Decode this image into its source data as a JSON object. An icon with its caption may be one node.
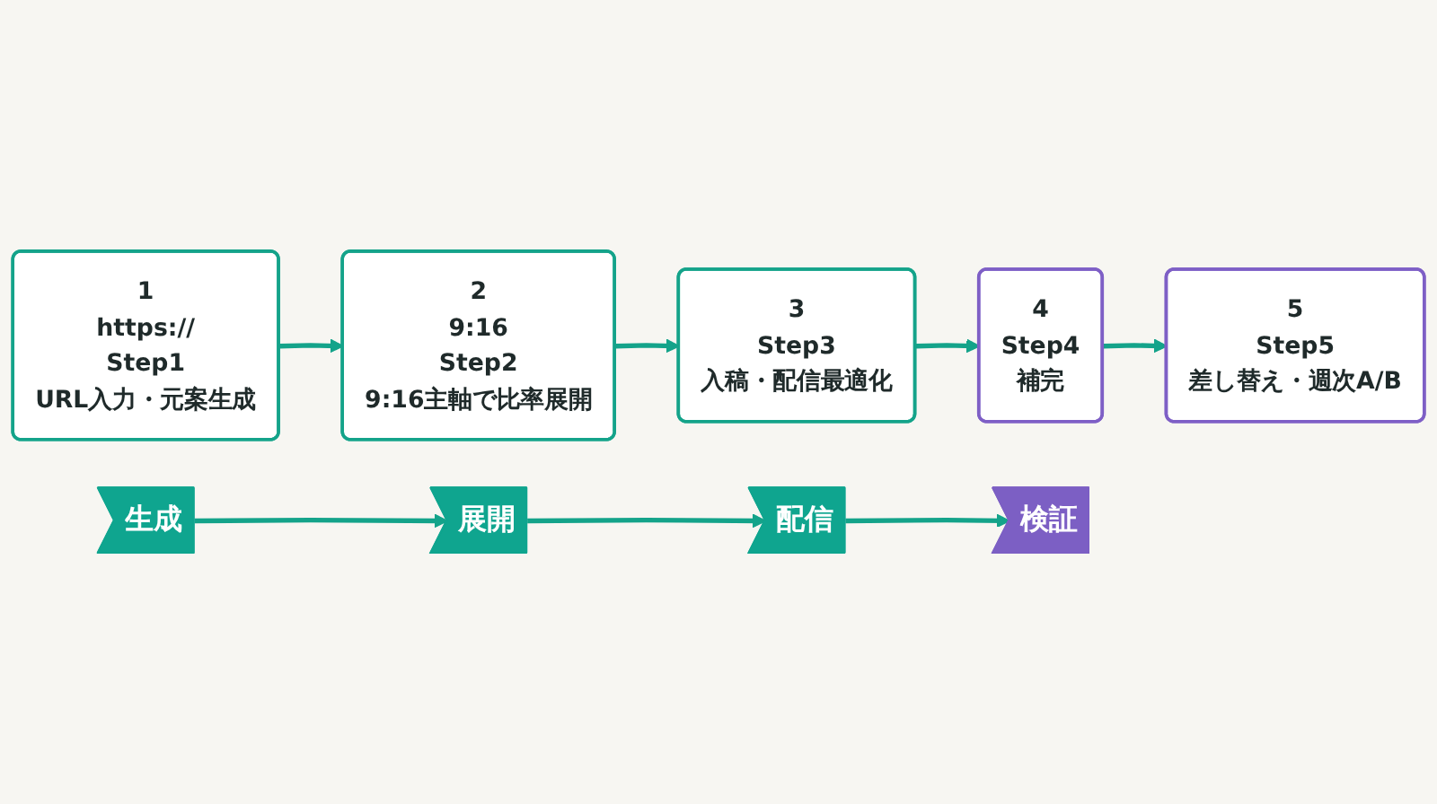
{
  "diagram": {
    "nodes": [
      {
        "text": [
          "1",
          "https://",
          "Step1",
          "URL入力・元案生成"
        ]
      },
      {
        "text": [
          "2",
          "9:16",
          "Step2",
          "9:16主軸で比率展開"
        ]
      },
      {
        "text": [
          "3",
          "Step3",
          "入稿・配信最適化"
        ]
      },
      {
        "text": [
          "4",
          "Step4",
          "補完"
        ]
      },
      {
        "text": [
          "5",
          "Step5",
          "差し替え・週次A/B"
        ]
      },
      {
        "text": [
          "生成"
        ]
      },
      {
        "text": [
          "展開"
        ]
      },
      {
        "text": [
          "配信"
        ]
      },
      {
        "text": [
          "検証"
        ]
      }
    ],
    "edges": [
      {
        "from": 0,
        "to": 1,
        "arrow": "to"
      },
      {
        "from": 1,
        "to": 2,
        "arrow": "to"
      },
      {
        "from": 2,
        "to": 3,
        "arrow": "to"
      },
      {
        "from": 3,
        "to": 4,
        "arrow": "to"
      },
      {
        "from": 5,
        "to": 6,
        "arrow": "to"
      },
      {
        "from": 6,
        "to": 7,
        "arrow": "to"
      },
      {
        "from": 7,
        "to": 8,
        "arrow": "to"
      }
    ]
  }
}
